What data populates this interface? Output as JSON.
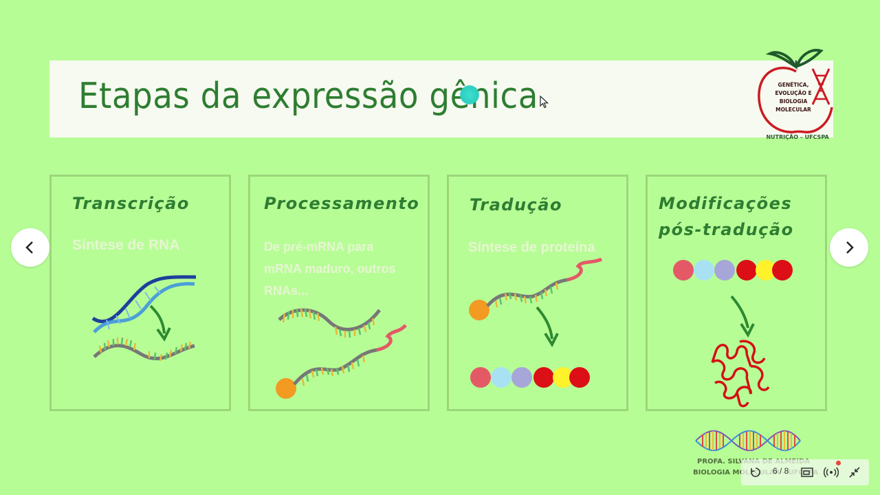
{
  "slide": {
    "title": "Etapas da expressão gênica"
  },
  "logo": {
    "text_lines": [
      "GENÉTICA,",
      "EVOLUÇÃO E",
      "BIOLOGIA",
      "MOLECULAR"
    ],
    "caption": "NUTRIÇÃO – UFCSPA"
  },
  "cards": [
    {
      "title": "Transcrição",
      "subtitle": "Síntese de RNA"
    },
    {
      "title": "Processamento",
      "subtitle_lines": [
        "De pré-mRNA para",
        "mRNA maduro, outros",
        "RNAs..."
      ]
    },
    {
      "title": "Tradução",
      "subtitle": "Síntese de proteína"
    },
    {
      "title_lines": [
        "Modificações",
        "pós-tradução"
      ]
    }
  ],
  "footer": {
    "line1": "PROFA. SILVANA DE ALMEIDA",
    "line2": "BIOLOGIA MOLECULAR – UFCSPA"
  },
  "player": {
    "page_indicator": "6 / 8"
  },
  "colors": {
    "background": "#b7fd96",
    "title": "#2e7d32",
    "card_border": "#9cd67a",
    "bead_red": "#dc0e16",
    "bead_orange": "#f29a22",
    "strand_grey": "#777777"
  },
  "icons": [
    "chevron-left-icon",
    "chevron-right-icon",
    "mouse-pointer-icon",
    "replay-icon",
    "picture-in-picture-icon",
    "broadcast-icon",
    "collapse-icon"
  ]
}
